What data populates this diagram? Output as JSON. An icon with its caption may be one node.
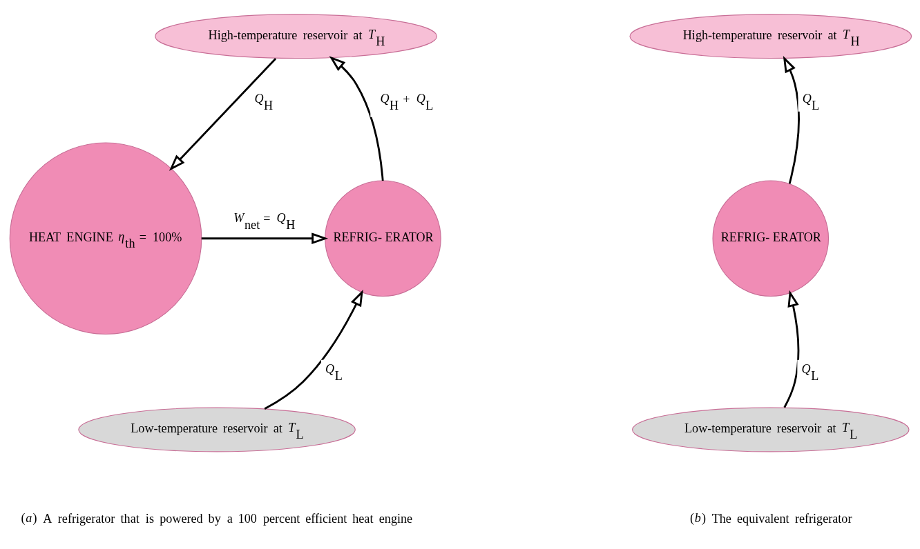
{
  "diagram": {
    "nodes": [
      {
        "text": [
          "High-temperature reservoir at *T*$_{H}$"
        ]
      },
      {
        "text": [
          "HEAT ENGINE *η*$_{th}$ = 100%"
        ]
      },
      {
        "text": [
          "REFRIG- ERATOR"
        ]
      },
      {
        "text": [
          "Low-temperature reservoir at *T*$_{L}$"
        ]
      },
      {
        "text": [
          "High-temperature reservoir at *T*$_{H}$"
        ]
      },
      {
        "text": [
          "REFRIG- ERATOR"
        ]
      },
      {
        "text": [
          "Low-temperature reservoir at *T*$_{L}$"
        ]
      }
    ],
    "edges": [
      {
        "from": 0,
        "to": 1,
        "arrow": "to",
        "label": "*Q*$_{H}$"
      },
      {
        "from": 1,
        "to": 2,
        "arrow": "to",
        "label": "*W*$_{net}$ = *Q*$_{H}$"
      },
      {
        "from": 2,
        "to": 0,
        "arrow": "to",
        "label": "*Q*$_{H}$ + *Q*$_{L}$"
      },
      {
        "from": 3,
        "to": 2,
        "arrow": "to",
        "label": "*Q*$_{L}$"
      },
      {
        "from": 5,
        "to": 4,
        "arrow": "to",
        "label": "*Q*$_{L}$"
      },
      {
        "from": 6,
        "to": 5,
        "arrow": "to",
        "label": "*Q*$_{L}$"
      }
    ],
    "labels": [
      "(*a*) A refrigerator that is powered by a 100 percent efficient heat engine",
      "(*b*) The equivalent refrigerator"
    ]
  }
}
